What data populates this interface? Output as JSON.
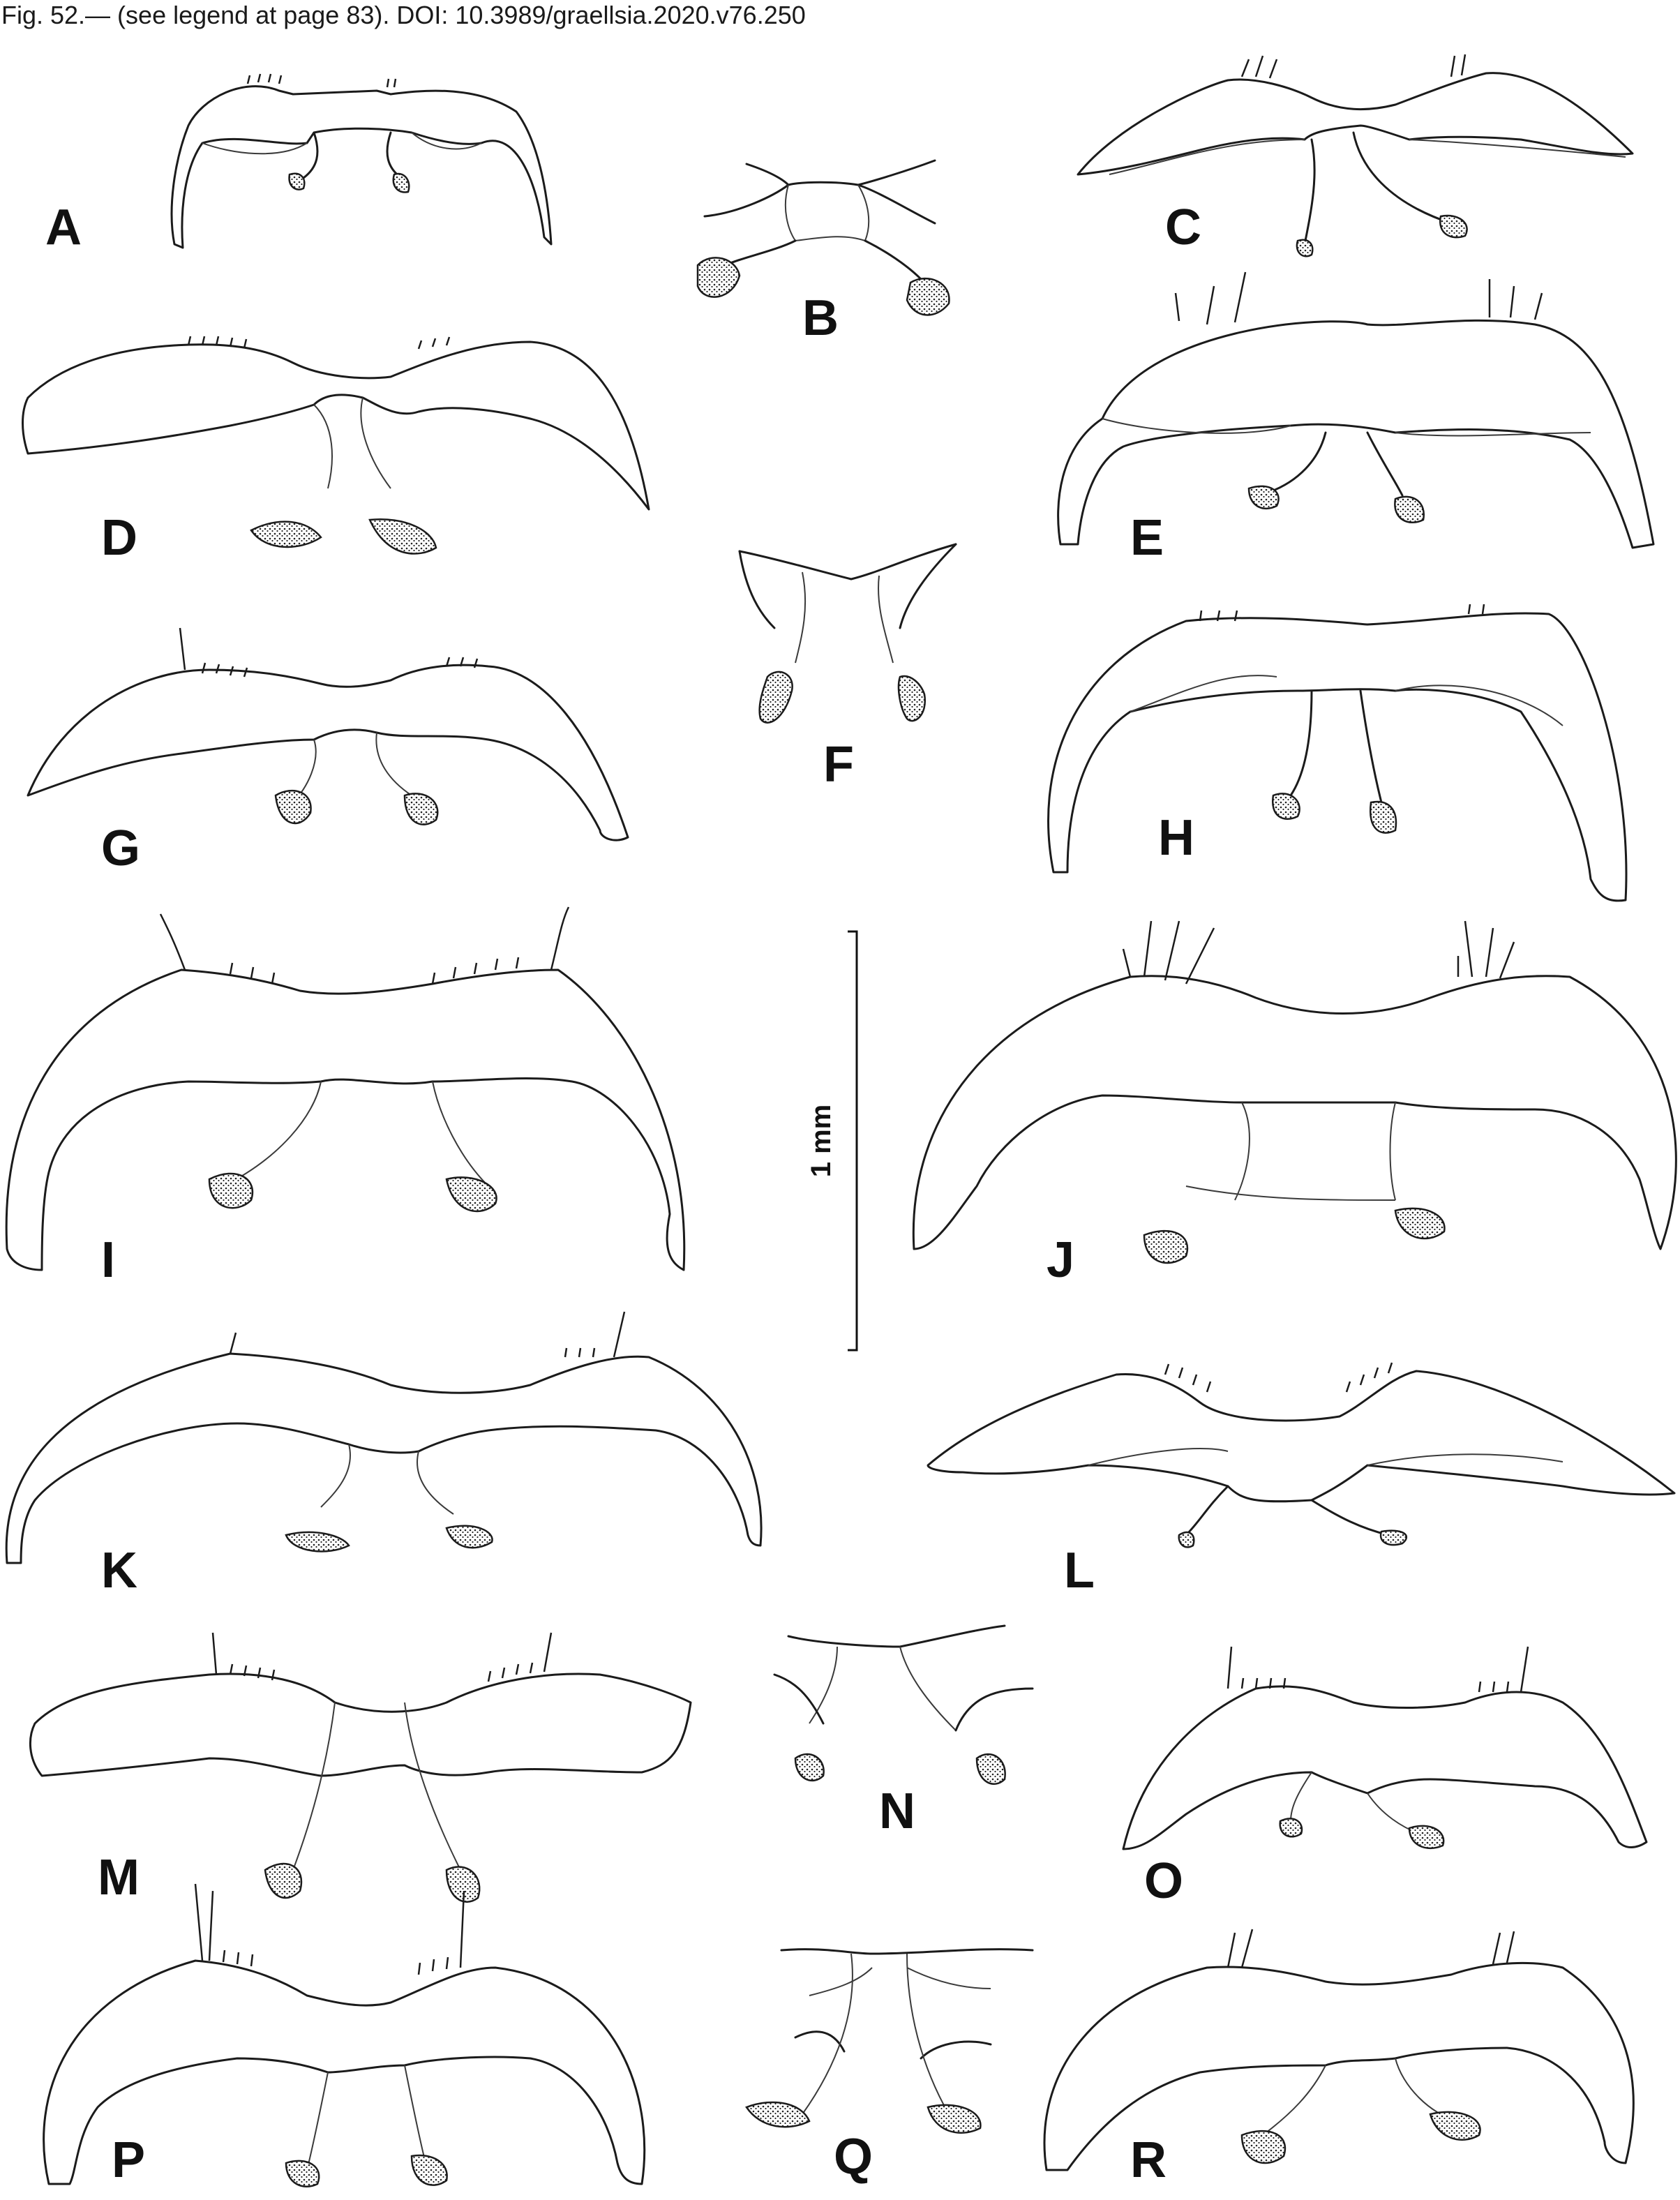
{
  "caption": "Fig. 52.— (see legend at page 83). DOI: 10.3989/graellsia.2020.v76.250",
  "panels": [
    "A",
    "B",
    "C",
    "D",
    "E",
    "F",
    "G",
    "H",
    "I",
    "J",
    "K",
    "L",
    "M",
    "N",
    "O",
    "P",
    "Q",
    "R"
  ],
  "scale_bar": {
    "label": "1 mm"
  }
}
